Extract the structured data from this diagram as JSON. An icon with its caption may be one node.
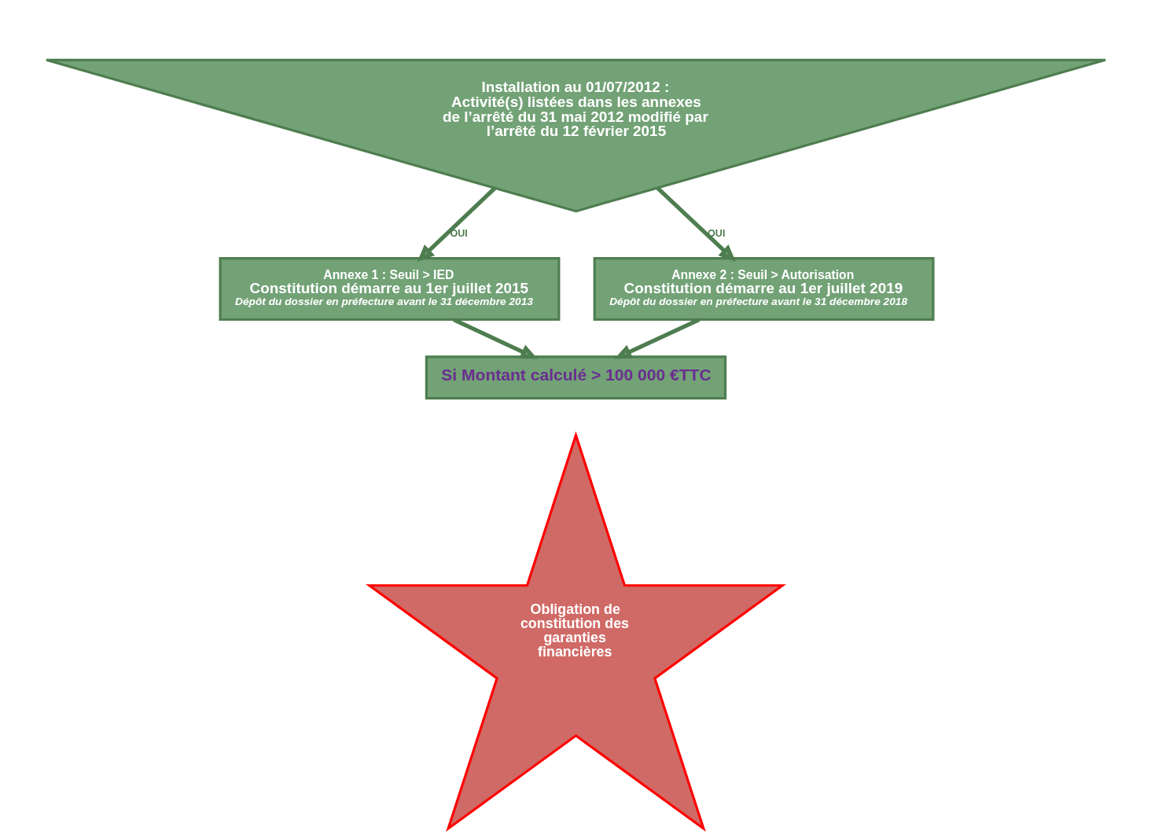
{
  "diagram": {
    "nodes": [
      {
        "text": [
          "Installation au 01/07/2012 : Activité(s) listées dans les annexes de l’arrêté du 31 mai 2012 modifié par l’arrêté du 12 février 2015"
        ]
      },
      {
        "text": [
          "Annexe 1 : Seuil > IED",
          "Constitution démarre au 1er juillet 2015",
          "Dépôt du dossier en préfecture avant le 31 décembre 2013"
        ]
      },
      {
        "text": [
          "Annexe 2 : Seuil > Autorisation",
          "Constitution démarre au 1er juillet 2019",
          "Dépôt du dossier en préfecture avant le 31 décembre 2018"
        ]
      },
      {
        "text": [
          "Si Montant calculé > 100 000 €TTC"
        ]
      },
      {
        "text": [
          "Obligation de constitution des garanties financières"
        ]
      }
    ],
    "edges": [
      {
        "from": 0,
        "to": 1,
        "arrow": "to",
        "label": "OUI"
      },
      {
        "from": 0,
        "to": 2,
        "arrow": "to",
        "label": "OUI"
      },
      {
        "from": 1,
        "to": 3,
        "arrow": "to"
      },
      {
        "from": 2,
        "to": 3,
        "arrow": "to"
      }
    ]
  }
}
